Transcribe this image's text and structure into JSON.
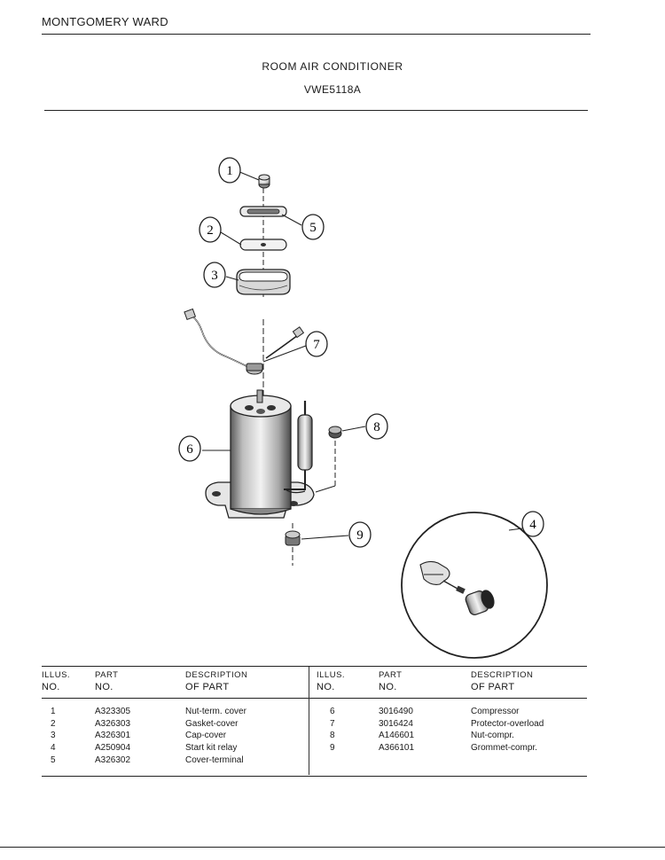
{
  "header": {
    "brand": "MONTGOMERY WARD",
    "title": "ROOM AIR CONDITIONER",
    "model": "VWE5118A"
  },
  "diagram": {
    "callouts": [
      "1",
      "2",
      "3",
      "4",
      "5",
      "6",
      "7",
      "8",
      "9"
    ]
  },
  "table": {
    "headers": {
      "illus_top": "ILLUS.",
      "illus_bottom": "NO.",
      "part_top": "PART",
      "part_bottom": "NO.",
      "desc_top": "DESCRIPTION",
      "desc_bottom": "OF PART"
    },
    "left_rows": [
      {
        "illus": "1",
        "part": "A323305",
        "desc": "Nut-term. cover"
      },
      {
        "illus": "2",
        "part": "A326303",
        "desc": "Gasket-cover"
      },
      {
        "illus": "3",
        "part": "A326301",
        "desc": "Cap-cover"
      },
      {
        "illus": "4",
        "part": "A250904",
        "desc": "Start kit relay"
      },
      {
        "illus": "5",
        "part": "A326302",
        "desc": "Cover-terminal"
      }
    ],
    "right_rows": [
      {
        "illus": "6",
        "part": "3016490",
        "desc": "Compressor"
      },
      {
        "illus": "7",
        "part": "3016424",
        "desc": "Protector-overload"
      },
      {
        "illus": "8",
        "part": "A146601",
        "desc": "Nut-compr."
      },
      {
        "illus": "9",
        "part": "A366101",
        "desc": "Grommet-compr."
      }
    ]
  }
}
